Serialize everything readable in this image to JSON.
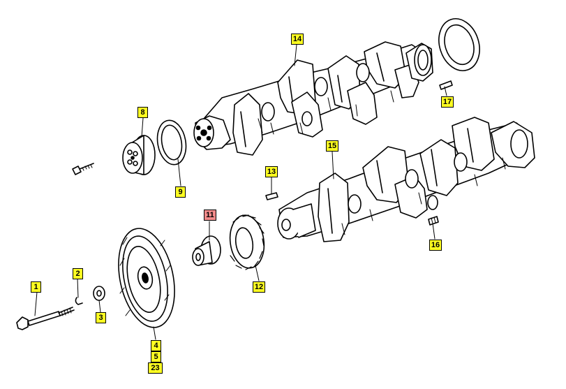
{
  "colors": {
    "callout_fill": "#ffff22",
    "callout_selected_fill": "#f28b8b",
    "line": "#000000",
    "background": "#ffffff"
  },
  "callouts": [
    {
      "id": "1",
      "label": "1",
      "selected": false,
      "part": "crankshaft-pulley-bolt"
    },
    {
      "id": "2",
      "label": "2",
      "selected": false,
      "part": "woodruff-key"
    },
    {
      "id": "3",
      "label": "3",
      "selected": false,
      "part": "washer"
    },
    {
      "id": "4",
      "label": "4",
      "selected": false,
      "part": "pulley"
    },
    {
      "id": "5",
      "label": "5",
      "selected": false,
      "part": "pulley"
    },
    {
      "id": "23",
      "label": "23",
      "selected": false,
      "part": "pulley"
    },
    {
      "id": "8",
      "label": "8",
      "selected": false,
      "part": "rear-hub-flange"
    },
    {
      "id": "9",
      "label": "9",
      "selected": false,
      "part": "seal-ring"
    },
    {
      "id": "11",
      "label": "11",
      "selected": true,
      "part": "front-hub"
    },
    {
      "id": "12",
      "label": "12",
      "selected": false,
      "part": "timing-gear"
    },
    {
      "id": "13",
      "label": "13",
      "selected": false,
      "part": "dowel-pin"
    },
    {
      "id": "14",
      "label": "14",
      "selected": false,
      "part": "crankshaft-upper"
    },
    {
      "id": "15",
      "label": "15",
      "selected": false,
      "part": "crankshaft-lower"
    },
    {
      "id": "16",
      "label": "16",
      "selected": false,
      "part": "plug"
    },
    {
      "id": "17",
      "label": "17",
      "selected": false,
      "part": "pin"
    }
  ]
}
